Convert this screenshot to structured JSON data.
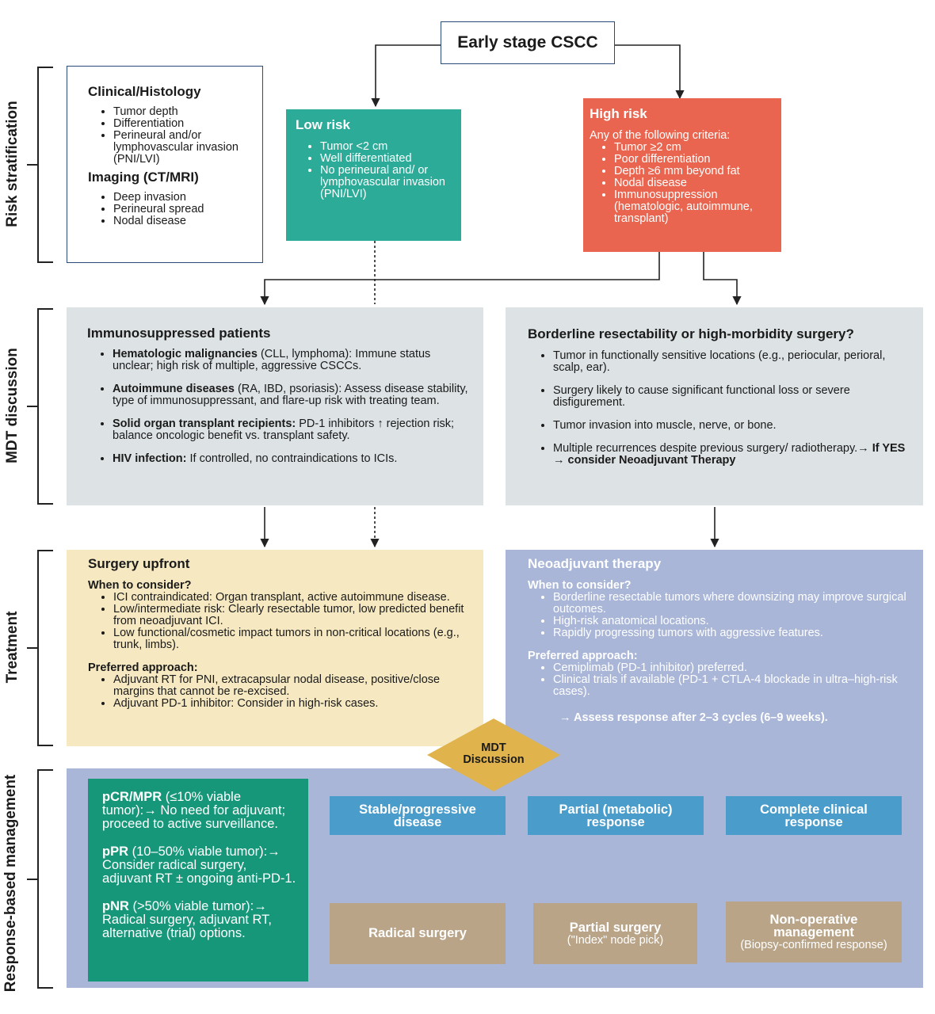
{
  "title": "Early stage CSCC",
  "section_labels": {
    "risk": "Risk stratification",
    "mdt": "MDT discussion",
    "treatment": "Treatment",
    "response": "Response-based management"
  },
  "clinical": {
    "heading1": "Clinical/Histology",
    "items1": [
      "Tumor depth",
      "Differentiation",
      "Perineural and/or lymphovascular invasion (PNI/LVI)"
    ],
    "heading2": "Imaging (CT/MRI)",
    "items2": [
      "Deep invasion",
      "Perineural spread",
      "Nodal disease"
    ]
  },
  "low_risk": {
    "heading": "Low risk",
    "items": [
      "Tumor <2 cm",
      "Well differentiated",
      "No perineural and/ or lymphovascular invasion (PNI/LVI)"
    ]
  },
  "high_risk": {
    "heading": "High risk",
    "intro": "Any of the following criteria:",
    "items": [
      "Tumor ≥2 cm",
      "Poor differentiation",
      "Depth ≥6 mm beyond fat",
      "Nodal disease",
      "Immunosuppression (hematologic, autoimmune, transplant)"
    ]
  },
  "immuno": {
    "heading": "Immunosuppressed patients",
    "items": [
      {
        "bold": "Hematologic malignancies",
        "text": " (CLL, lymphoma): Immune status unclear; high risk of multiple, aggressive CSCCs."
      },
      {
        "bold": "Autoimmune diseases",
        "text": " (RA, IBD, psoriasis): Assess disease stability, type of immunosuppressant, and flare-up risk with treating team."
      },
      {
        "bold": "Solid organ transplant recipients:",
        "text": " PD-1 inhibitors ↑ rejection risk; balance oncologic benefit vs. transplant safety."
      },
      {
        "bold": "HIV infection:",
        "text": " If controlled, no contraindications to ICIs."
      }
    ]
  },
  "borderline": {
    "heading": "Borderline resectability or high-morbidity surgery?",
    "items": [
      "Tumor in functionally sensitive locations (e.g., periocular, perioral, scalp, ear).",
      "Surgery likely to cause significant functional loss or severe disfigurement.",
      "Tumor invasion into muscle, nerve, or bone."
    ],
    "last_item": "Multiple recurrences despite previous surgery/ radiotherapy.",
    "last_bold": "→ If YES → consider Neoadjuvant Therapy"
  },
  "surgery": {
    "heading": "Surgery upfront",
    "when": "When to consider?",
    "when_items": [
      "ICI contraindicated: Organ transplant, active autoimmune disease.",
      "Low/intermediate risk: Clearly resectable tumor, low predicted benefit from neoadjuvant ICI.",
      "Low functional/cosmetic impact tumors in non-critical locations (e.g., trunk, limbs)."
    ],
    "pref": "Preferred approach:",
    "pref_items": [
      "Adjuvant RT for PNI, extracapsular nodal disease, positive/close margins that cannot be re-excised.",
      "Adjuvant PD-1 inhibitor: Consider in high-risk cases."
    ]
  },
  "neo": {
    "heading": "Neoadjuvant therapy",
    "when": "When to consider?",
    "when_items": [
      "Borderline resectable tumors where downsizing may improve surgical outcomes.",
      "High-risk anatomical locations.",
      "Rapidly progressing tumors with aggressive features."
    ],
    "pref": "Preferred approach:",
    "pref_items": [
      "Cemiplimab (PD-1 inhibitor) preferred.",
      "Clinical trials if available (PD-1 + CTLA-4 blockade in ultra–high-risk cases)."
    ],
    "assess": "→ Assess response after 2–3 cycles (6–9 weeks)."
  },
  "mdt_diamond": {
    "line1": "MDT",
    "line2": "Discussion"
  },
  "pathology": {
    "items": [
      {
        "bold": "pCR/MPR",
        "text": " (≤10% viable tumor):→ No need for adjuvant; proceed to active surveillance."
      },
      {
        "bold": "pPR",
        "text": " (10–50% viable tumor):→ Consider radical surgery, adjuvant RT ± ongoing anti-PD-1."
      },
      {
        "bold": "pNR",
        "text": " (>50% viable tumor):→ Radical surgery, adjuvant RT, alternative (trial) options."
      }
    ]
  },
  "responses": {
    "stable": "Stable/progressive disease",
    "partial": "Partial (metabolic) response",
    "complete": "Complete clinical response"
  },
  "outcomes": {
    "radical": "Radical surgery",
    "partial_title": "Partial surgery",
    "partial_sub": "(\"Index\" node pick)",
    "nonop_title": "Non-operative management",
    "nonop_sub": "(Biopsy-confirmed response)"
  },
  "colors": {
    "low_risk": "#2bab98",
    "high_risk": "#e9654f",
    "grey_box": "#dde2e4",
    "surgery_box": "#f6e9c2",
    "neo_box": "#a9b6d8",
    "diamond": "#e0b34c",
    "path_box": "#169779",
    "response_blue": "#4a9ccb",
    "outcome_tan": "#b9a487"
  }
}
